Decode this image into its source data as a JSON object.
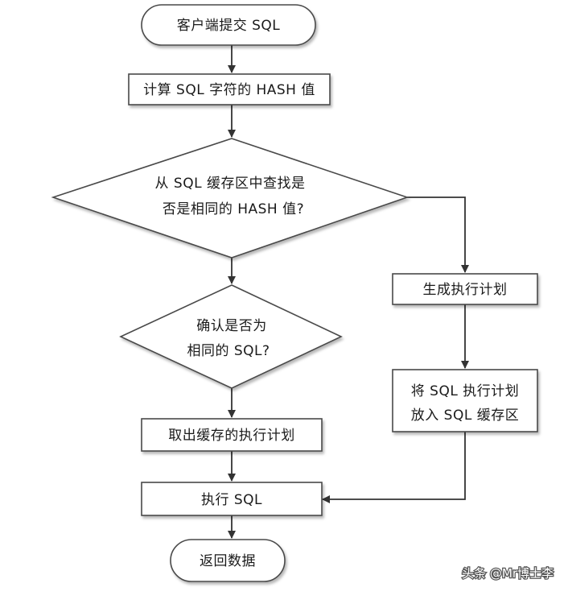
{
  "flowchart": {
    "start": "客户端提交 SQL",
    "hash": "计算 SQL 字符的 HASH 值",
    "decision1": [
      "从 SQL 缓存区中查找是",
      "否是相同的 HASH 值?"
    ],
    "decision2": [
      "确认是否为",
      "相同的 SQL?"
    ],
    "generate_plan": "生成执行计划",
    "store_plan": [
      "将 SQL 执行计划",
      "放入 SQL 缓存区"
    ],
    "fetch_plan": "取出缓存的执行计划",
    "execute": "执行 SQL",
    "end": "返回数据"
  },
  "watermark": "头条 @Mr博士李"
}
